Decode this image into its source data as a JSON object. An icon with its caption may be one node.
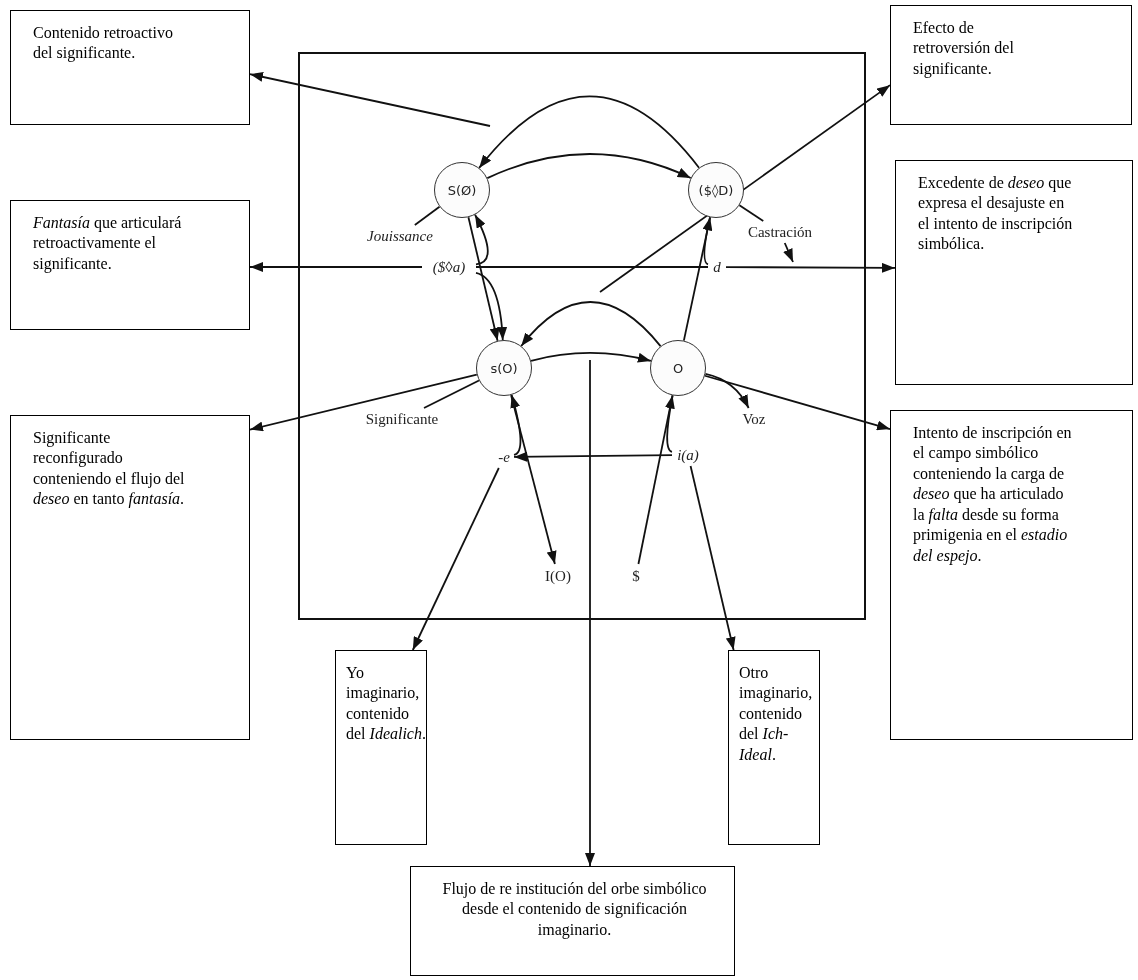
{
  "diagram": {
    "nodes": [
      {
        "text": [
          "Contenido retroactivo del significante."
        ]
      },
      {
        "text": [
          "Efecto de retroversión del significante."
        ]
      },
      {
        "text": [],
        "shape": "box"
      },
      {
        "text": [
          "S(Ø)"
        ],
        "in": 2
      },
      {
        "text": [
          "($◊D)"
        ],
        "in": 2
      },
      {
        "text": [
          "Jouissance"
        ],
        "in": 2
      },
      {
        "text": [
          "Castración"
        ],
        "in": 2
      },
      {
        "text": [
          "*Fantasía* que articulará retroactivamente el significante."
        ]
      },
      {
        "text": [
          "($◊a)"
        ],
        "in": 2
      },
      {
        "text": [
          "d"
        ],
        "in": 2
      },
      {
        "text": [
          "Excedente de *deseo* que expresa el desajuste en el intento de inscripción simbólica."
        ]
      },
      {
        "text": [
          "s(O)"
        ],
        "in": 2
      },
      {
        "text": [
          "O"
        ],
        "in": 2
      },
      {
        "text": [
          "Significante"
        ],
        "in": 2
      },
      {
        "text": [
          "Voz"
        ],
        "in": 2
      },
      {
        "text": [
          "Significante reconfigurado conteniendo el flujo del *deseo* en tanto *fantasía*."
        ]
      },
      {
        "text": [
          "-e"
        ],
        "in": 2
      },
      {
        "text": [
          "i(a)"
        ],
        "in": 2
      },
      {
        "text": [
          "Intento de inscripción en el campo simbólico conteniendo la carga de *deseo* que ha articulado la *falta* desde su forma primigenia en el *estadio del espejo*."
        ]
      },
      {
        "text": [
          "I(O)"
        ],
        "in": 2
      },
      {
        "text": [
          "$"
        ],
        "in": 2
      },
      {
        "text": [
          "Yo imaginario, contenido del *Idealich*."
        ]
      },
      {
        "text": [
          "Otro imaginario, contenido del *Ich-Ideal*."
        ]
      },
      {
        "text": [
          "Flujo de re institución del orbe simbólico desde el contenido de significación imaginario."
        ]
      }
    ],
    "edges": [
      {
        "from": 4,
        "to": 3,
        "arrow": "to"
      },
      {
        "from": 3,
        "to": 4,
        "arrow": "to"
      },
      {
        "from": 5,
        "to": 3,
        "arrow": "none"
      },
      {
        "from": 4,
        "to": 6,
        "arrow": "none"
      },
      {
        "from": 6,
        "to": null,
        "arrow": "to"
      },
      {
        "from": 8,
        "to": 3,
        "arrow": "to"
      },
      {
        "from": 8,
        "to": 11,
        "arrow": "to"
      },
      {
        "from": 3,
        "to": 11,
        "arrow": "to"
      },
      {
        "from": 8,
        "to": 9,
        "arrow": "none"
      },
      {
        "from": 4,
        "to": 9,
        "arrow": "none"
      },
      {
        "from": 12,
        "to": 4,
        "arrow": "to"
      },
      {
        "from": 11,
        "to": 12,
        "arrow": "to"
      },
      {
        "from": 12,
        "to": 11,
        "arrow": "to"
      },
      {
        "from": 13,
        "to": 11,
        "arrow": "none"
      },
      {
        "from": 12,
        "to": 14,
        "arrow": "to"
      },
      {
        "from": 11,
        "to": 19,
        "arrow": "to"
      },
      {
        "from": 20,
        "to": 12,
        "arrow": "to"
      },
      {
        "from": 17,
        "to": 16,
        "arrow": "to"
      },
      {
        "from": 16,
        "to": 11,
        "arrow": "to"
      },
      {
        "from": 17,
        "to": 12,
        "arrow": "none"
      },
      {
        "from": null,
        "to": 0,
        "arrow": "to"
      },
      {
        "from": 8,
        "to": 7,
        "arrow": "to"
      },
      {
        "from": 11,
        "to": 15,
        "arrow": "to"
      },
      {
        "from": 16,
        "to": 21,
        "arrow": "to"
      },
      {
        "from": null,
        "to": 23,
        "arrow": "to"
      },
      {
        "from": 17,
        "to": 22,
        "arrow": "to"
      },
      {
        "from": 12,
        "to": 18,
        "arrow": "to"
      },
      {
        "from": 9,
        "to": 10,
        "arrow": "to"
      },
      {
        "from": null,
        "to": 1,
        "arrow": "to"
      }
    ]
  }
}
